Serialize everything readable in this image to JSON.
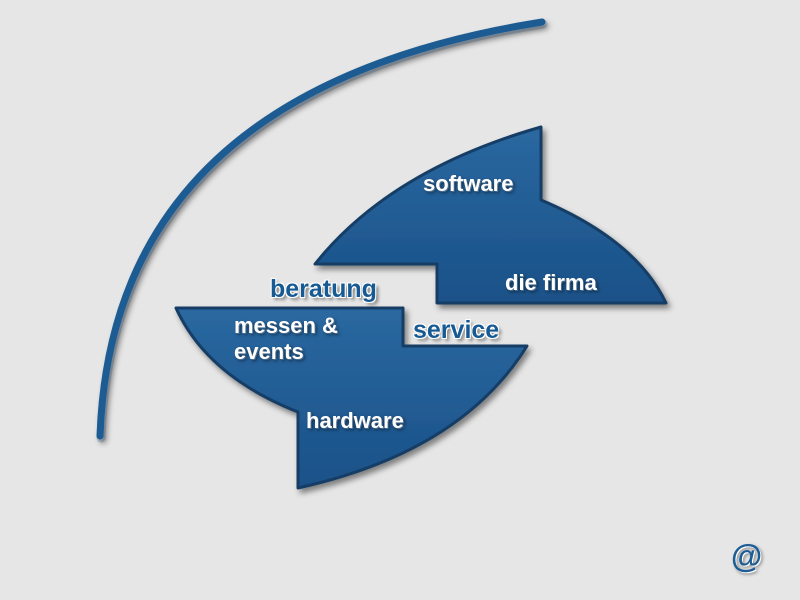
{
  "menu": {
    "software": "software",
    "die_firma": "die firma",
    "beratung": "beratung",
    "service": "service",
    "messen_events": "messen &\nevents",
    "hardware": "hardware",
    "contact": "@"
  },
  "colors": {
    "background": "#e6e6e6",
    "shape_fill": "#1f5b92",
    "shape_edge": "#123e66",
    "text_light": "#ffffff",
    "text_dark": "#175a93"
  },
  "icons": {
    "contact": "at-sign-icon"
  }
}
